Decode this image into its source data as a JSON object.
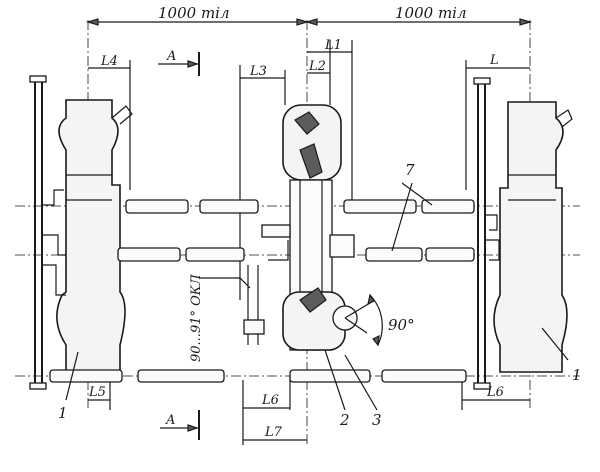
{
  "labels": {
    "dim_left_span": "1000 тіл",
    "dim_right_span": "1000 тіл",
    "l4": "L4",
    "l3": "L3",
    "l1": "L1",
    "l2": "L2",
    "l": "L",
    "l5": "L5",
    "l6_center": "L6",
    "l6_right": "L6",
    "l7": "L7",
    "section_top": "A",
    "section_bottom": "A",
    "toe_angle": "90...91° ОКЛ",
    "fold_angle": "90°",
    "callout_7": "7",
    "callout_1_left": "1",
    "callout_1_right": "1",
    "callout_2": "2",
    "callout_3": "3"
  }
}
